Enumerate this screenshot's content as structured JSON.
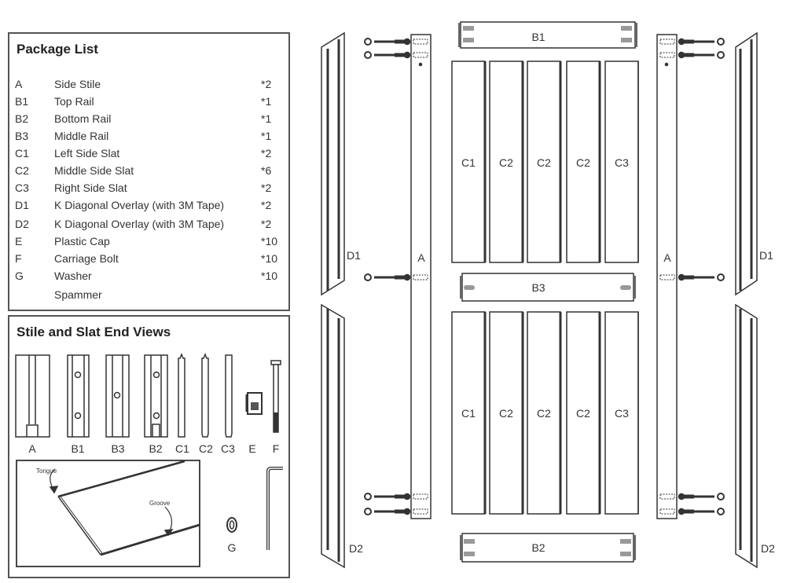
{
  "package_list": {
    "title": "Package List",
    "items": [
      {
        "code": "A",
        "name": "Side Stile",
        "qty": "*2"
      },
      {
        "code": "B1",
        "name": "Top Rail",
        "qty": "*1"
      },
      {
        "code": "B2",
        "name": "Bottom Rail",
        "qty": "*1"
      },
      {
        "code": "B3",
        "name": "Middle Rail",
        "qty": "*1"
      },
      {
        "code": "C1",
        "name": "Left Side Slat",
        "qty": "*2"
      },
      {
        "code": "C2",
        "name": "Middle Side Slat",
        "qty": "*6"
      },
      {
        "code": "C3",
        "name": "Right Side Slat",
        "qty": "*2"
      },
      {
        "code": "D1",
        "name": "K Diagonal Overlay (with 3M Tape)",
        "qty": "*2"
      },
      {
        "code": "D2",
        "name": "K Diagonal Overlay (with 3M Tape)",
        "qty": "*2"
      },
      {
        "code": "E",
        "name": "Plastic Cap",
        "qty": "*10"
      },
      {
        "code": "F",
        "name": "Carriage Bolt",
        "qty": "*10"
      },
      {
        "code": "G",
        "name": "Washer",
        "qty": "*10"
      },
      {
        "code": "",
        "name": "Spammer",
        "qty": ""
      }
    ]
  },
  "end_views": {
    "title": "Stile and Slat End Views",
    "labels": [
      "A",
      "B1",
      "B3",
      "B2",
      "C1",
      "C2",
      "C3",
      "E",
      "F"
    ],
    "tongue_label": "Tongue",
    "groove_label": "Groove",
    "washer_label": "G"
  },
  "assembly": {
    "top_rail": "B1",
    "middle_rail": "B3",
    "bottom_rail": "B2",
    "upper_slats": [
      "C1",
      "C2",
      "C2",
      "C2",
      "C3"
    ],
    "lower_slats": [
      "C1",
      "C2",
      "C2",
      "C2",
      "C3"
    ],
    "left_stile": "A",
    "right_stile": "A",
    "left_overlay_top": "D1",
    "left_overlay_bottom": "D2",
    "right_overlay_top": "D1",
    "right_overlay_bottom": "D2"
  },
  "colors": {
    "line": "#333333",
    "panel_border": "#555555",
    "tab_gray": "#999999"
  }
}
